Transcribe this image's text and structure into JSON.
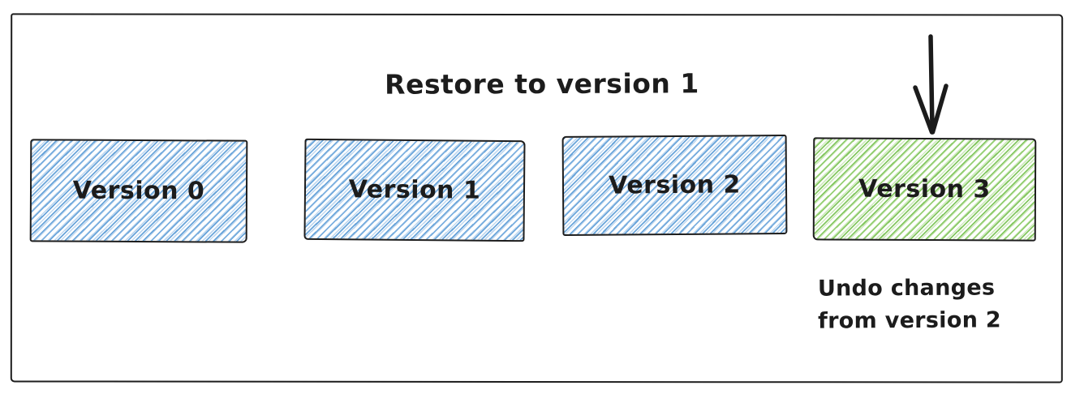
{
  "diagram": {
    "title": "Restore to version 1",
    "boxes": [
      {
        "label": "Version 0",
        "fill": "blue-hachure"
      },
      {
        "label": "Version 1",
        "fill": "blue-hachure"
      },
      {
        "label": "Version 2",
        "fill": "blue-hachure"
      },
      {
        "label": "Version 3",
        "fill": "green-hachure"
      }
    ],
    "arrow": {
      "icon": "down-arrow",
      "points_to": "Version 3"
    },
    "annotation": {
      "line1": "Undo changes",
      "line2": "from version 2"
    },
    "colors": {
      "stroke": "#1d1d1d",
      "text": "#1c1c1c",
      "blue_hatch": "#6aa5da",
      "green_hatch": "#85c862",
      "background": "#ffffff"
    }
  }
}
